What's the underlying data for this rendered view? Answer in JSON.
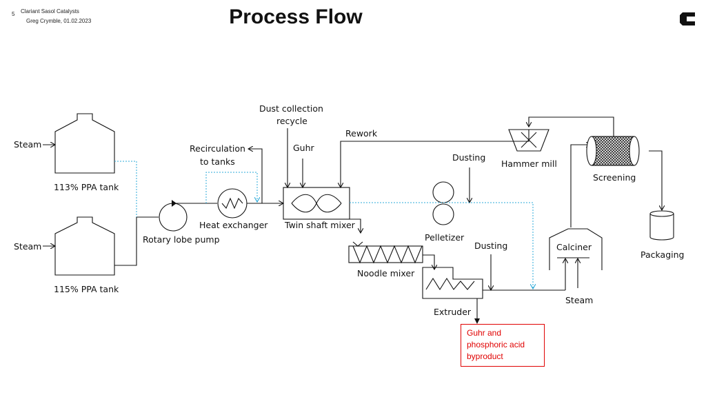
{
  "header": {
    "slide_number": "5",
    "company": "Clariant Sasol Catalysts",
    "author_date": "Greg Crymble, 01.02.2023",
    "title": "Process Flow"
  },
  "labels": {
    "steam_top": "Steam",
    "steam_bottom": "Steam",
    "tank_113": "113% PPA tank",
    "tank_115": "115% PPA tank",
    "rotary_pump": "Rotary lobe pump",
    "recirculation_1": "Recirculation",
    "recirculation_2": "to tanks",
    "heat_exchanger": "Heat exchanger",
    "dust_collection_1": "Dust collection",
    "dust_collection_2": "recycle",
    "guhr": "Guhr",
    "twin_shaft_mixer": "Twin shaft mixer",
    "rework": "Rework",
    "noodle_mixer": "Noodle mixer",
    "pelletizer": "Pelletizer",
    "dusting_top": "Dusting",
    "dusting_bottom": "Dusting",
    "extruder": "Extruder",
    "hammer_mill": "Hammer mill",
    "screening": "Screening",
    "calciner": "Calciner",
    "steam_calciner": "Steam",
    "packaging": "Packaging"
  },
  "byproduct": {
    "line1": "Guhr and",
    "line2": "phosphoric acid",
    "line3": "byproduct"
  },
  "colors": {
    "line": "#111111",
    "dotted": "#2aa8d8",
    "byproduct": "#e00000"
  }
}
